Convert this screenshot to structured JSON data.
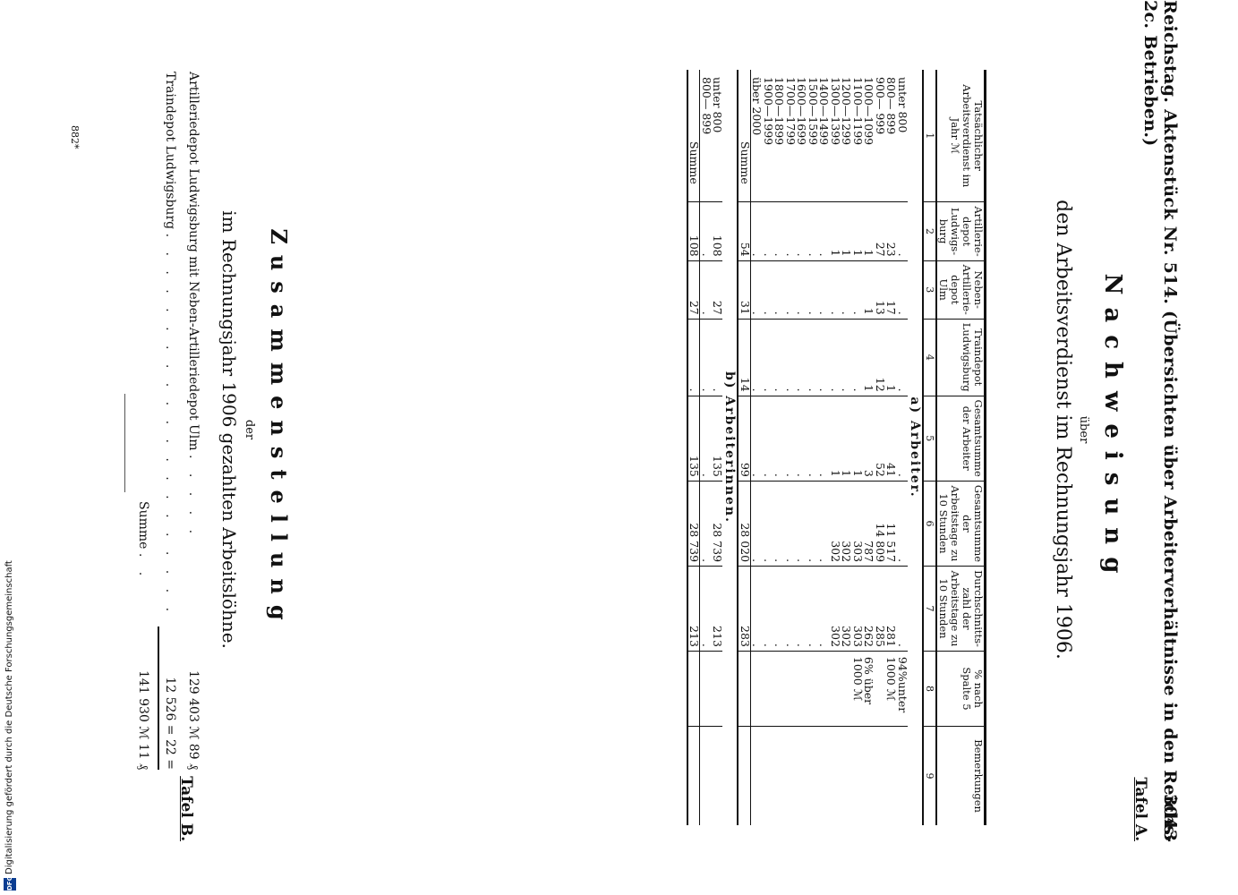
{
  "header": {
    "running_left": "Reichstag. Aktenstück Nr. 514. (Übersichten über Arbeiterverhältnisse in den Reichs- 2c. Betrieben.)",
    "page_number": "3043",
    "tafel_a": "Tafel A.",
    "tafel_b": "Tafel B."
  },
  "title": {
    "main": "Nachweisung",
    "ueber": "über",
    "sub": "den Arbeitsverdienst im Rechnungsjahr 1906."
  },
  "table": {
    "columns": [
      "Tatsächlicher Arbeitsverdienst im Jahr ℳ",
      "Artillerie-depot Ludwigs-burg",
      "Neben-Artillerie-depot Ulm",
      "Traindepot Ludwigsburg",
      "Gesamtsumme der Arbeiter",
      "Gesamtsumme der Arbeitstage zu 10 Stunden",
      "Durchschnitts-zahl der Arbeitstage zu 10 Stunden",
      "% nach Spalte 5",
      "Bemerkungen"
    ],
    "column_numbers": [
      "1",
      "2",
      "3",
      "4",
      "5",
      "6",
      "7",
      "8",
      "9"
    ],
    "section_a": "a) Arbeiter.",
    "rows_a": [
      [
        "unter 800",
        ".",
        ".",
        ".",
        ".",
        ".",
        ".",
        "94%unter",
        ""
      ],
      [
        "800— 899",
        "23",
        "17",
        "1",
        "41",
        "11 517",
        "281",
        "1000 ℳ",
        ""
      ],
      [
        "900— 999",
        "27",
        "13",
        "12",
        "52",
        "14 809",
        "285",
        "",
        ""
      ],
      [
        "1000—1099",
        "1",
        "1",
        "1",
        "3",
        "787",
        "262",
        "6% über",
        ""
      ],
      [
        "1100—1199",
        "1",
        ".",
        ".",
        "1",
        "303",
        "303",
        "1000 ℳ",
        ""
      ],
      [
        "1200—1299",
        "1",
        ".",
        ".",
        "1",
        "302",
        "302",
        "",
        ""
      ],
      [
        "1300—1399",
        "1",
        ".",
        ".",
        "1",
        "302",
        "302",
        "",
        ""
      ],
      [
        "1400—1499",
        ".",
        ".",
        ".",
        ".",
        ".",
        ".",
        "",
        ""
      ],
      [
        "1500—1599",
        ".",
        ".",
        ".",
        ".",
        ".",
        ".",
        "",
        ""
      ],
      [
        "1600—1699",
        ".",
        ".",
        ".",
        ".",
        ".",
        ".",
        "",
        ""
      ],
      [
        "1700—1799",
        ".",
        ".",
        ".",
        ".",
        ".",
        ".",
        "",
        ""
      ],
      [
        "1800—1899",
        ".",
        ".",
        ".",
        ".",
        ".",
        ".",
        "",
        ""
      ],
      [
        "1900—1999",
        ".",
        ".",
        ".",
        ".",
        ".",
        ".",
        "",
        ""
      ],
      [
        "über 2000",
        ".",
        ".",
        ".",
        ".",
        ".",
        ".",
        "",
        ""
      ]
    ],
    "sum_a": [
      "Summe",
      "54",
      "31",
      "14",
      "99",
      "28 020",
      "283",
      "",
      ""
    ],
    "section_b": "b) Arbeiterinnen.",
    "rows_b": [
      [
        "unter 800",
        "108",
        "27",
        ".",
        "135",
        "28 739",
        "213",
        "",
        ""
      ],
      [
        "800— 899",
        ".",
        ".",
        ".",
        ".",
        ".",
        ".",
        "",
        ""
      ]
    ],
    "sum_b": [
      "Summe",
      "108",
      "27",
      ".",
      "135",
      "28 739",
      "213",
      "",
      ""
    ]
  },
  "summary": {
    "title": "Zusammenstellung",
    "der": "der",
    "subtitle": "im Rechnungsjahr 1906 gezahlten Arbeitslöhne.",
    "lines": [
      {
        "label": "Artilleriedepot Ludwigsburg mit Neben-Artilleriedepot Ulm",
        "amount": "129 403 ℳ 89 ₰"
      },
      {
        "label": "Traindepot Ludwigsburg",
        "amount": "12 526 = 22 ="
      }
    ],
    "total_label": "Summe",
    "total_amount": "141 930 ℳ 11 ₰"
  },
  "footer": {
    "page_mark": "882*",
    "digitization_note": "Digitalisierung gefördert durch die Deutsche Forschungsgemeinschaft",
    "dfg_logo": "DFG"
  }
}
